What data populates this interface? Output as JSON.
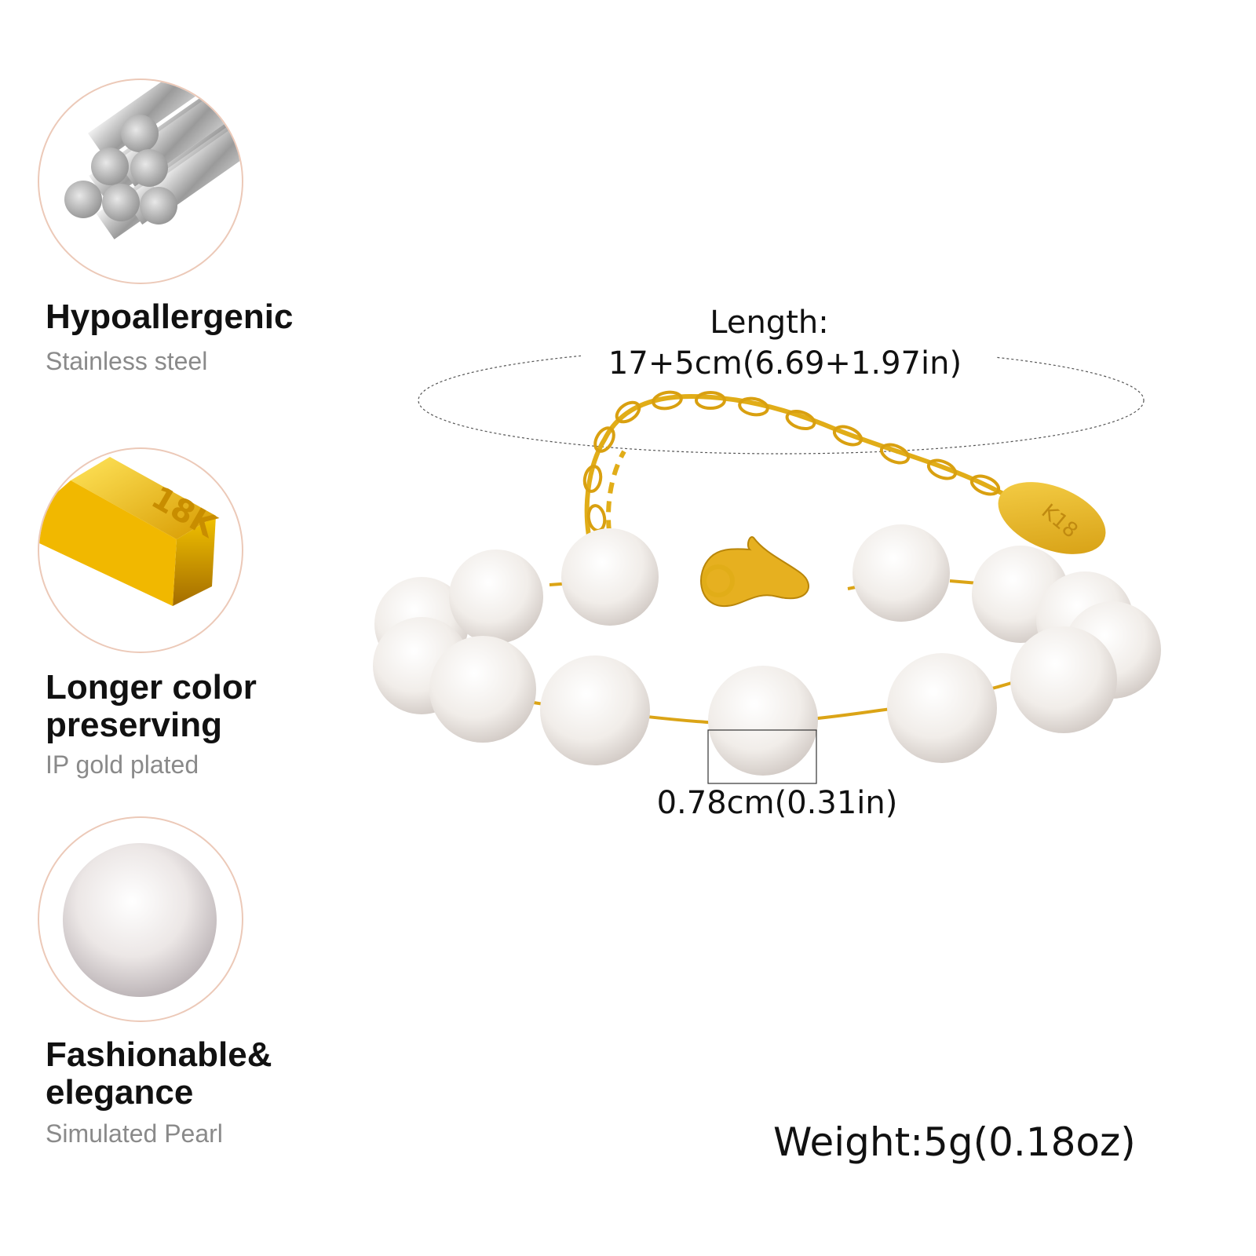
{
  "features": [
    {
      "title": "Hypoallergenic",
      "subtitle": "Stainless steel",
      "icon": "steel-rods-icon"
    },
    {
      "title_line1": "Longer color",
      "title_line2": "preserving",
      "subtitle": "IP gold plated",
      "icon": "gold-bar-icon",
      "bar_text": "18K"
    },
    {
      "title_line1": "Fashionable&",
      "title_line2": "elegance",
      "subtitle": "Simulated Pearl",
      "icon": "pearl-icon"
    }
  ],
  "measurements": {
    "length_label": "Length:",
    "length_value": "17+5cm(6.69+1.97in)",
    "pearl_size": "0.78cm(0.31in)",
    "weight": "Weight:5g(0.18oz)"
  },
  "tag_text": "K18",
  "colors": {
    "accent_circle": "#ecc9b8",
    "gold": "#e3b21c",
    "pearl": "#f4f1ee",
    "subtitle_gray": "#8a8a8a"
  }
}
